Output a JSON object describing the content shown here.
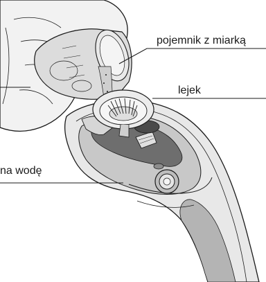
{
  "labels": {
    "measuring_container": "pojemnik z miarką",
    "funnel": "lejek",
    "water_tank_partial": "na wodę"
  },
  "colors": {
    "line": "#1a1a1a",
    "body_light": "#e8e8e8",
    "body_mid": "#c8c8c8",
    "body_dark": "#8c8c8c",
    "panel_dark": "#6e6e6e",
    "hand": "#f2f2f2",
    "background": "#ffffff"
  },
  "icons": {
    "device": "steam-cleaner-illustration",
    "hand": "hand-illustration",
    "container": "measuring-cup-illustration",
    "funnel": "funnel-illustration"
  }
}
